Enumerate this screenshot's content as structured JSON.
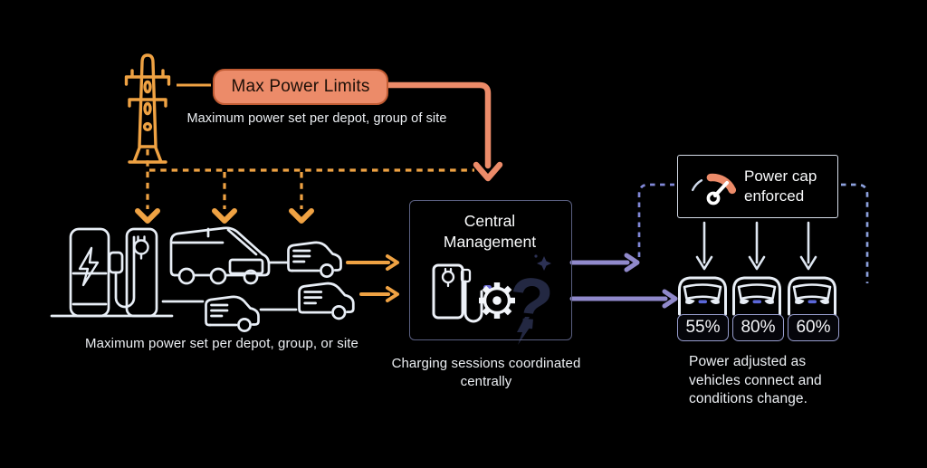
{
  "palette": {
    "amber": "#EFA243",
    "salmon": "#EC8B69",
    "purple": "#9089CB",
    "periwinkle": "#8490D8",
    "line_art": "#E8EEF6",
    "grille_blue": "#5B67D8"
  },
  "source": {
    "icon": "transmission-tower-icon",
    "badge_label": "Max Power Limits",
    "caption": "Maximum power set per depot, group of site"
  },
  "depot": {
    "icons": [
      "ev-charging-station-icon",
      "van-icon",
      "delivery-van-icon"
    ],
    "caption": "Maximum power set per depot, group, or site"
  },
  "central": {
    "title": "Central Management",
    "icons": [
      "ev-charger-icon",
      "gear-icon",
      "question-mark-icon"
    ],
    "caption": "Charging sessions coordinated centrally"
  },
  "enforcement": {
    "icon": "gauge-icon",
    "label": "Power cap enforced"
  },
  "vehicles": [
    {
      "percent": "55%"
    },
    {
      "percent": "80%"
    },
    {
      "percent": "60%"
    }
  ],
  "result": {
    "caption": "Power adjusted as vehicles connect and conditions change."
  }
}
